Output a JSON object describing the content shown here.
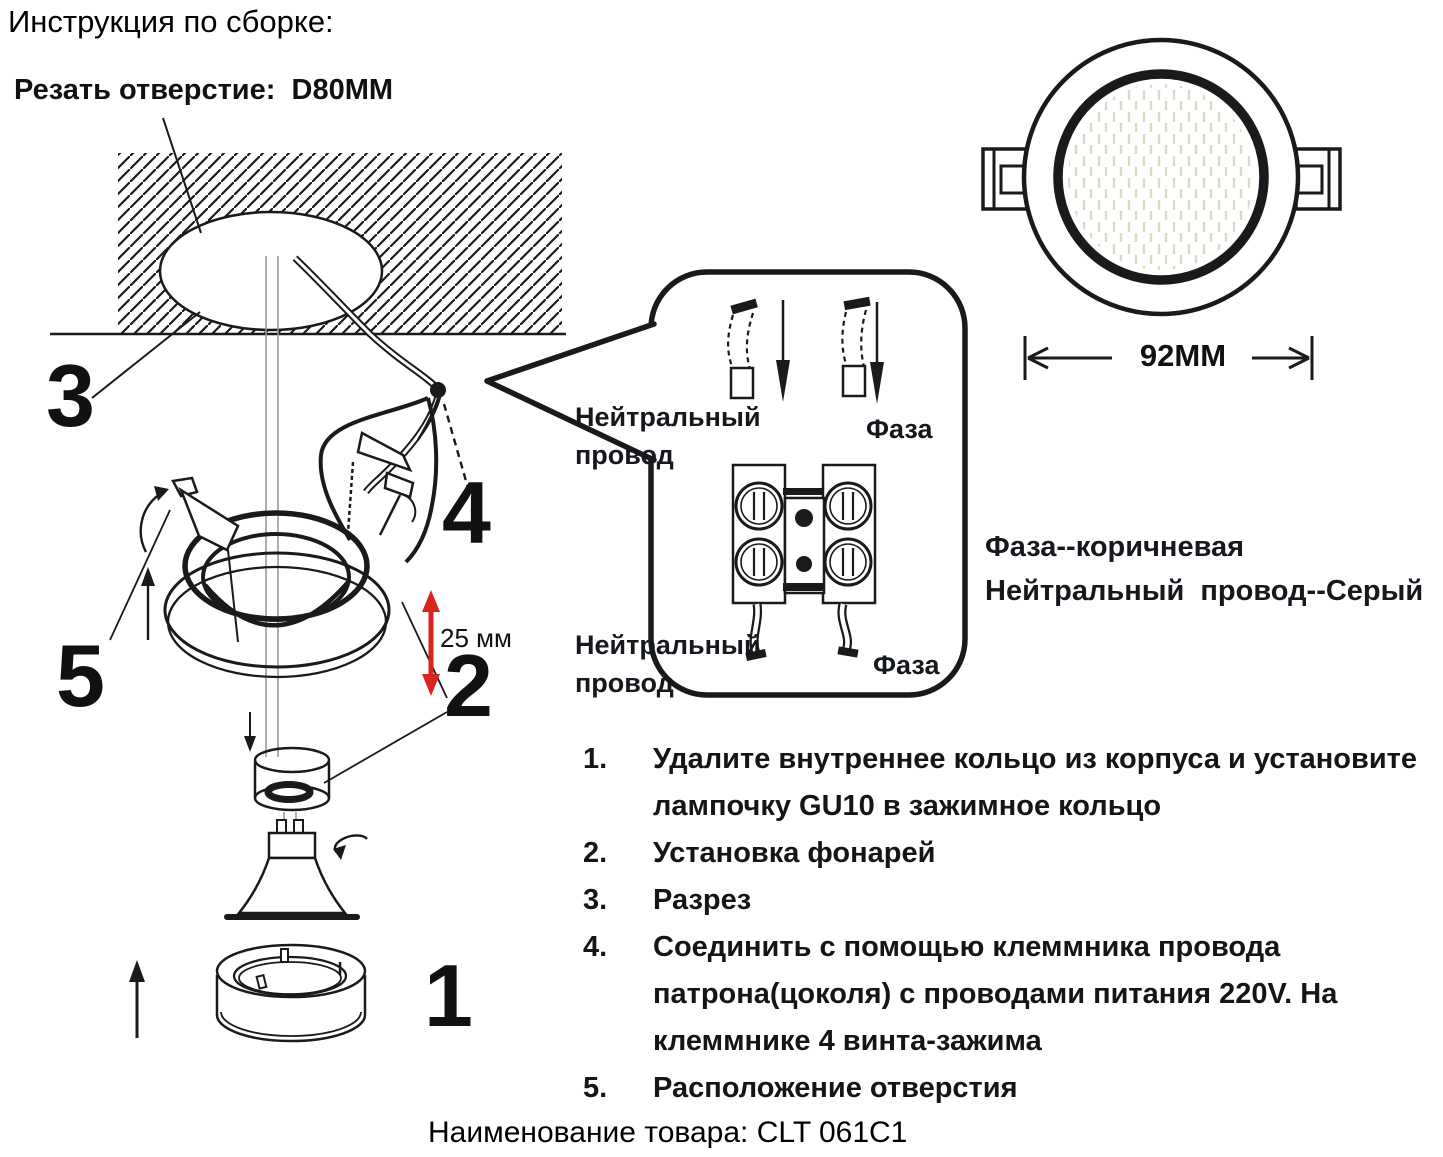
{
  "page": {
    "title": "Инструкция по сборке:",
    "footer": "Наименование товара: CLT 061C1"
  },
  "cut_label": "Резать отверстие:  D80MM",
  "dimensions": {
    "depth": "25 мм",
    "width": "92MM"
  },
  "wiring": {
    "neutral_top_line1": "Нейтральный",
    "neutral_top_line2": "провод",
    "phase_top": "Фаза",
    "neutral_bottom_line1": "Нейтральный",
    "neutral_bottom_line2": "провод",
    "phase_bottom": "Фаза",
    "phase_color_note": "Фаза--коричневая",
    "neutral_color_note": "Нейтральный  провод--Серый"
  },
  "part_labels": {
    "p1": "1",
    "p2": "2",
    "p3": "3",
    "p4": "4",
    "p5": "5"
  },
  "steps": [
    {
      "num": "1.",
      "text": "Удалите внутреннее кольцо из корпуса и установите лампочку GU10 в зажимное кольцо"
    },
    {
      "num": "2.",
      "text": "Установка фонарей"
    },
    {
      "num": "3.",
      "text": "Разрез"
    },
    {
      "num": "4.",
      "text": "Соединить с помощью клеммника провода патрона(цоколя) с проводами питания 220V. На клеммнике 4 винта-зажима"
    },
    {
      "num": "5.",
      "text": "Расположение отверстия"
    }
  ],
  "colors": {
    "ink": "#1a1a1a",
    "accent_red": "#d8251f"
  }
}
